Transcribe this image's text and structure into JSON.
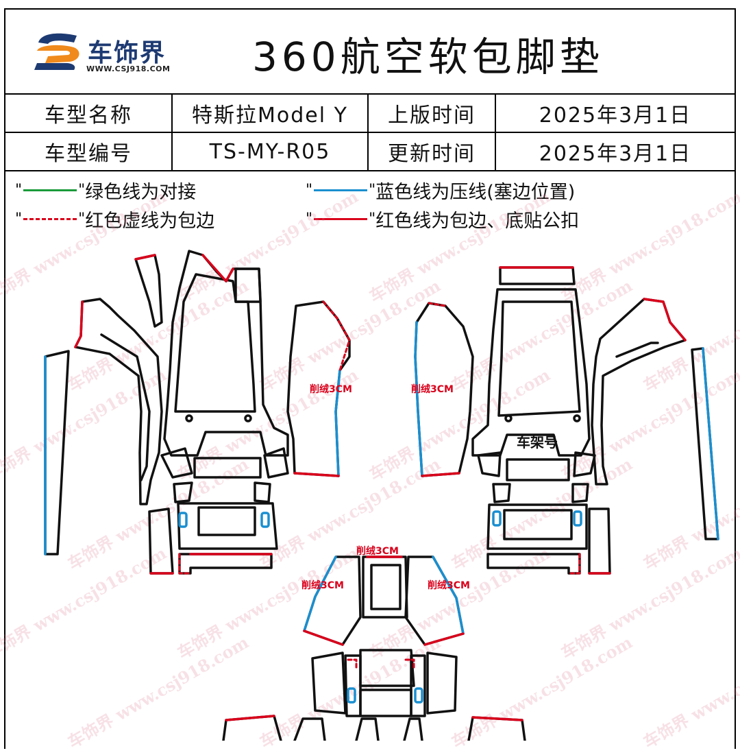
{
  "header": {
    "logo_name": "车饰界",
    "logo_url": "WWW.CSJ918.COM",
    "title": "360航空软包脚垫"
  },
  "info": {
    "model_name_label": "车型名称",
    "model_name_value": "特斯拉Model Y",
    "release_label": "上版时间",
    "release_value": "2025年3月1日",
    "model_code_label": "车型编号",
    "model_code_value": "TS-MY-R05",
    "update_label": "更新时间",
    "update_value": "2025年3月1日"
  },
  "legend": {
    "green": "绿色线为对接",
    "blue": "蓝色线为压线(塞边位置)",
    "red_dashed": "红色虚线为包边",
    "red_solid": "红色线为包边、底贴公扣",
    "open_quote": "\"",
    "close_quote": "\""
  },
  "colors": {
    "green": "#1a9a3a",
    "blue": "#1a8fd0",
    "red": "#d9001b",
    "outline": "#111111",
    "logo_blue": "#1d3a72",
    "logo_orange": "#f08a1c"
  },
  "annotations": {
    "cut_left": "削绒3CM",
    "cut_right": "削绒3CM",
    "cut_top_center": "削绒3CM",
    "cut_center_left": "削绒3CM",
    "cut_center_right": "削绒3CM",
    "vin": "车架号"
  },
  "watermark": "车饰界 www.csj918.com"
}
